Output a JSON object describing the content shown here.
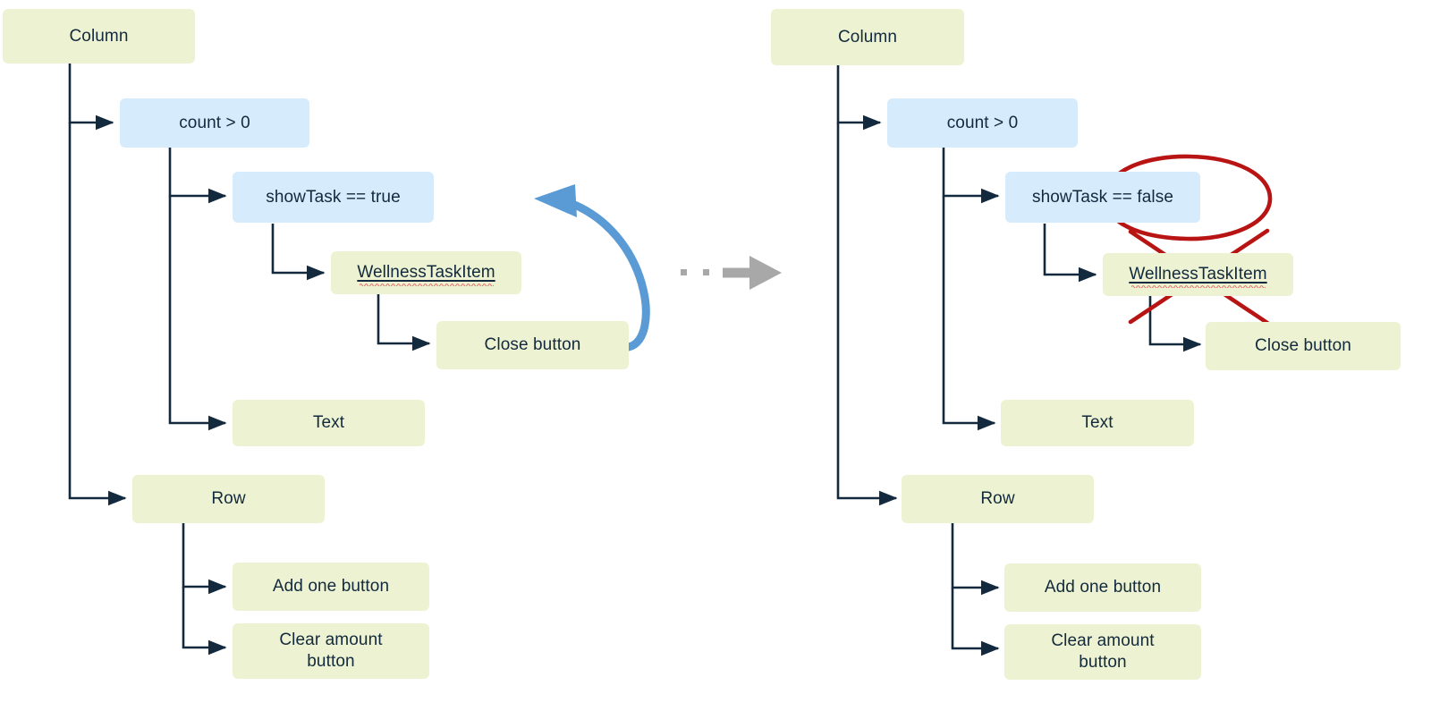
{
  "diagram": {
    "title": "Flutter widget tree: conditional rendering before and after close",
    "colors": {
      "widget_node_fill": "#edf3d2",
      "condition_node_fill": "#d6ebfc",
      "edge": "#13293d",
      "text": "#13293d",
      "callback_arrow": "#5b9bd5",
      "annotation_red": "#b81414",
      "transition_arrow": "#a8a8a8",
      "spellcheck_underline": "#e2706a",
      "background": "#ffffff"
    },
    "panels": [
      {
        "id": "before",
        "name": "before-state",
        "nodes": [
          {
            "id": "col",
            "label": "Column",
            "type": "widget"
          },
          {
            "id": "cnt",
            "label": "count > 0",
            "type": "condition"
          },
          {
            "id": "show",
            "label": "showTask == true",
            "type": "condition"
          },
          {
            "id": "wti",
            "label": "WellnessTaskItem",
            "type": "widget"
          },
          {
            "id": "close",
            "label": "Close button",
            "type": "widget"
          },
          {
            "id": "text",
            "label": "Text",
            "type": "widget"
          },
          {
            "id": "row",
            "label": "Row",
            "type": "widget"
          },
          {
            "id": "add",
            "label": "Add one button",
            "type": "widget"
          },
          {
            "id": "clear",
            "label": "Clear amount\nbutton",
            "type": "widget"
          }
        ],
        "callback_arrow": {
          "name": "close-button-callback-arrow",
          "from": "Close button",
          "to": "showTask == true"
        }
      },
      {
        "id": "after",
        "name": "after-state",
        "nodes": [
          {
            "id": "col",
            "label": "Column",
            "type": "widget"
          },
          {
            "id": "cnt",
            "label": "count > 0",
            "type": "condition"
          },
          {
            "id": "show",
            "label": "showTask == false",
            "type": "condition"
          },
          {
            "id": "wti",
            "label": "WellnessTaskItem",
            "type": "widget"
          },
          {
            "id": "close",
            "label": "Close button",
            "type": "widget"
          },
          {
            "id": "text",
            "label": "Text",
            "type": "widget"
          },
          {
            "id": "row",
            "label": "Row",
            "type": "widget"
          },
          {
            "id": "add",
            "label": "Add one button",
            "type": "widget"
          },
          {
            "id": "clear",
            "label": "Clear amount\nbutton",
            "type": "widget"
          }
        ],
        "annotations": [
          {
            "name": "highlight-ellipse",
            "shape": "ellipse",
            "target": "showTask == false"
          },
          {
            "name": "strikeout-cross",
            "shape": "cross",
            "target": "WellnessTaskItem and Close button"
          }
        ]
      }
    ],
    "transition": {
      "name": "state-transition-arrow",
      "style": "dotted-to-solid-arrow",
      "dots": 2
    }
  }
}
